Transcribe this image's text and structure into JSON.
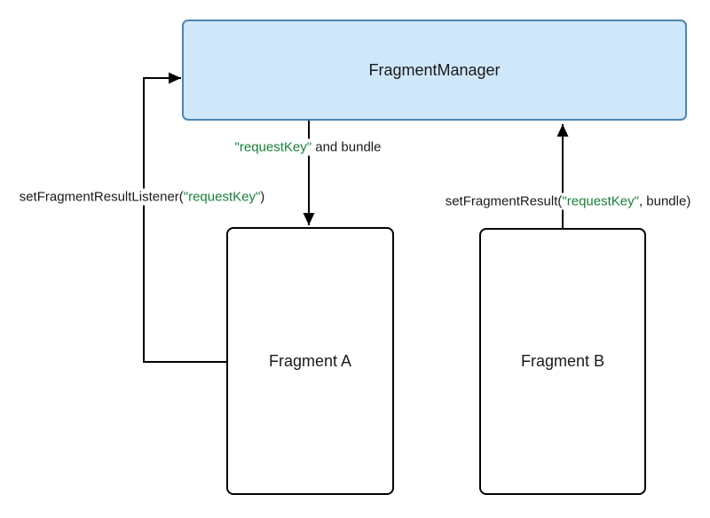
{
  "colors": {
    "manager_fill": "#cfe7fa",
    "manager_border": "#4c87b2",
    "fragment_fill": "#ffffff",
    "fragment_border": "#000000",
    "line": "#000000",
    "text": "#1a1a1a",
    "string_literal": "#188038",
    "background": "#ffffff"
  },
  "nodes": {
    "fragment_manager": {
      "label": "FragmentManager"
    },
    "fragment_a": {
      "label": "Fragment A"
    },
    "fragment_b": {
      "label": "Fragment B"
    }
  },
  "edges": {
    "result_delivery": {
      "from": "FragmentManager",
      "to": "Fragment A",
      "label_literal": "\"requestKey\"",
      "label_rest": " and bundle"
    },
    "listener_registration": {
      "from": "Fragment A",
      "to": "FragmentManager",
      "label_pre": "setFragmentResultListener(",
      "label_literal": "\"requestKey\"",
      "label_post": ")"
    },
    "set_result": {
      "from": "Fragment B",
      "to": "FragmentManager",
      "label_pre": "setFragmentResult(",
      "label_literal": "\"requestKey\"",
      "label_post": ", bundle)"
    }
  }
}
